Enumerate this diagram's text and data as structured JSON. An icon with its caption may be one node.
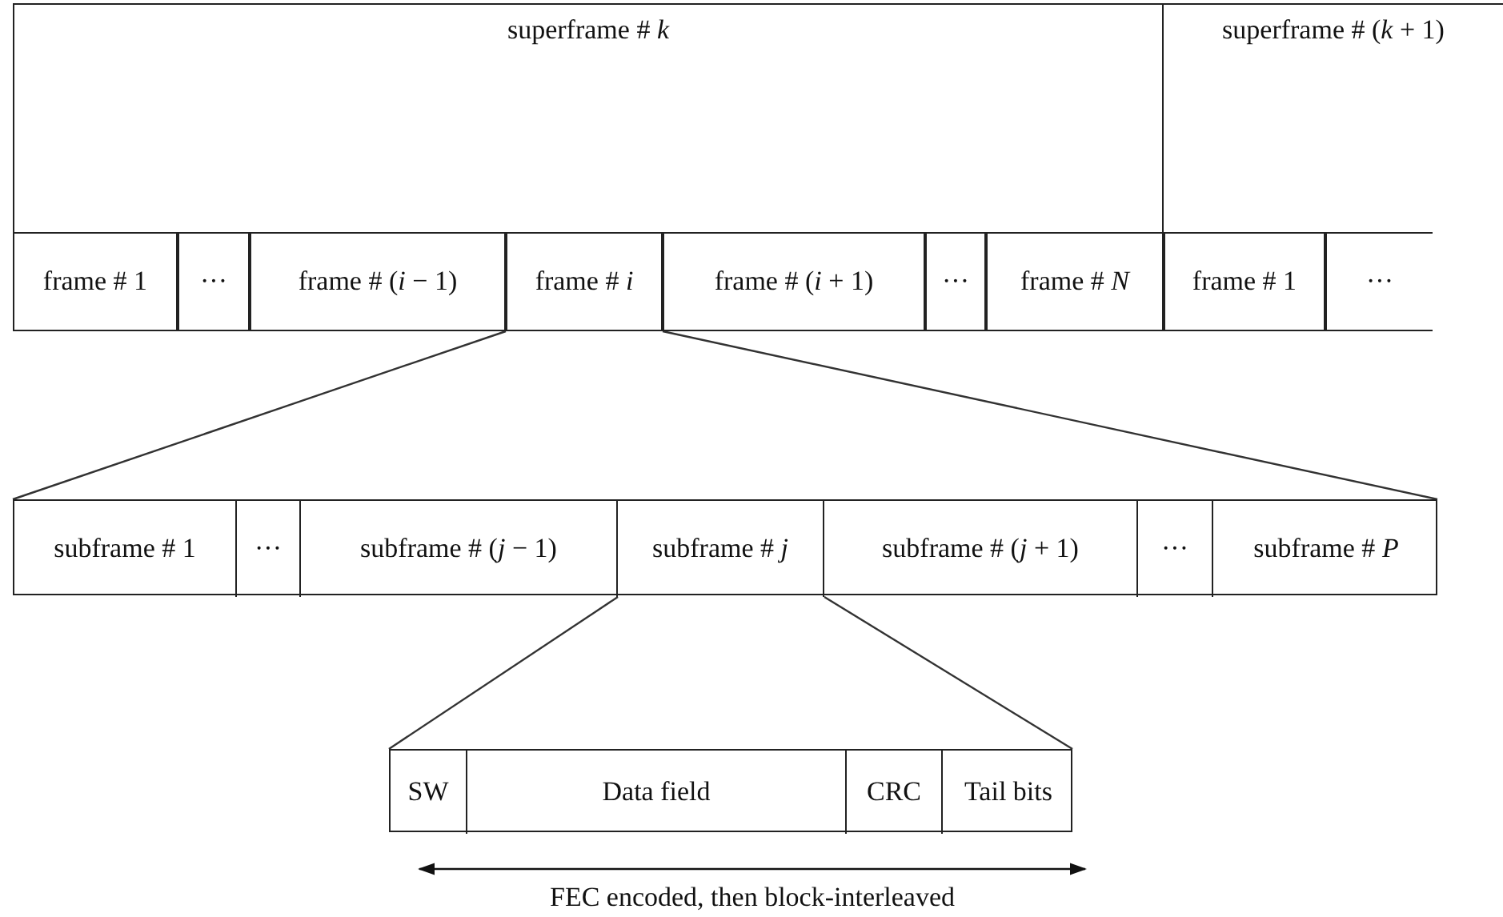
{
  "diagram": {
    "nodes": [
      {
        "text": [
          "superframe # *k*"
        ]
      },
      {
        "text": [
          "superframe # (*k* + 1)"
        ]
      },
      {
        "text": [
          "frame # 1"
        ]
      },
      {
        "text": [
          "···"
        ]
      },
      {
        "text": [
          "frame # (*i* − 1)"
        ]
      },
      {
        "text": [
          "frame # *i*"
        ]
      },
      {
        "text": [
          "frame # (*i* + 1)"
        ]
      },
      {
        "text": [
          "···"
        ]
      },
      {
        "text": [
          "frame # *N*"
        ]
      },
      {
        "text": [
          "frame # 1"
        ]
      },
      {
        "text": [
          "···"
        ]
      },
      {
        "text": [],
        "shape": "bar"
      },
      {
        "text": [
          "subframe # 1"
        ],
        "in": 11
      },
      {
        "text": [
          "···"
        ],
        "in": 11
      },
      {
        "text": [
          "subframe # (*j* − 1)"
        ],
        "in": 11
      },
      {
        "text": [
          "subframe # *j*"
        ],
        "in": 11
      },
      {
        "text": [
          "subframe # (*j* + 1)"
        ],
        "in": 11
      },
      {
        "text": [
          "···"
        ],
        "in": 11
      },
      {
        "text": [
          "subframe # *P*"
        ],
        "in": 11
      },
      {
        "text": [],
        "shape": "bar"
      },
      {
        "text": [
          "SW"
        ],
        "in": 19
      },
      {
        "text": [
          "Data field"
        ],
        "in": 19
      },
      {
        "text": [
          "CRC"
        ],
        "in": 19
      },
      {
        "text": [
          "Tail bits"
        ],
        "in": 19
      }
    ],
    "edges": [
      {
        "from": 5,
        "to": 11,
        "arrow": "none"
      },
      {
        "from": 5,
        "to": 11,
        "arrow": "none"
      },
      {
        "from": 15,
        "to": 19,
        "arrow": "none"
      },
      {
        "from": 15,
        "to": 19,
        "arrow": "none"
      }
    ],
    "labels": [
      "FEC encoded, then block-interleaved"
    ]
  }
}
